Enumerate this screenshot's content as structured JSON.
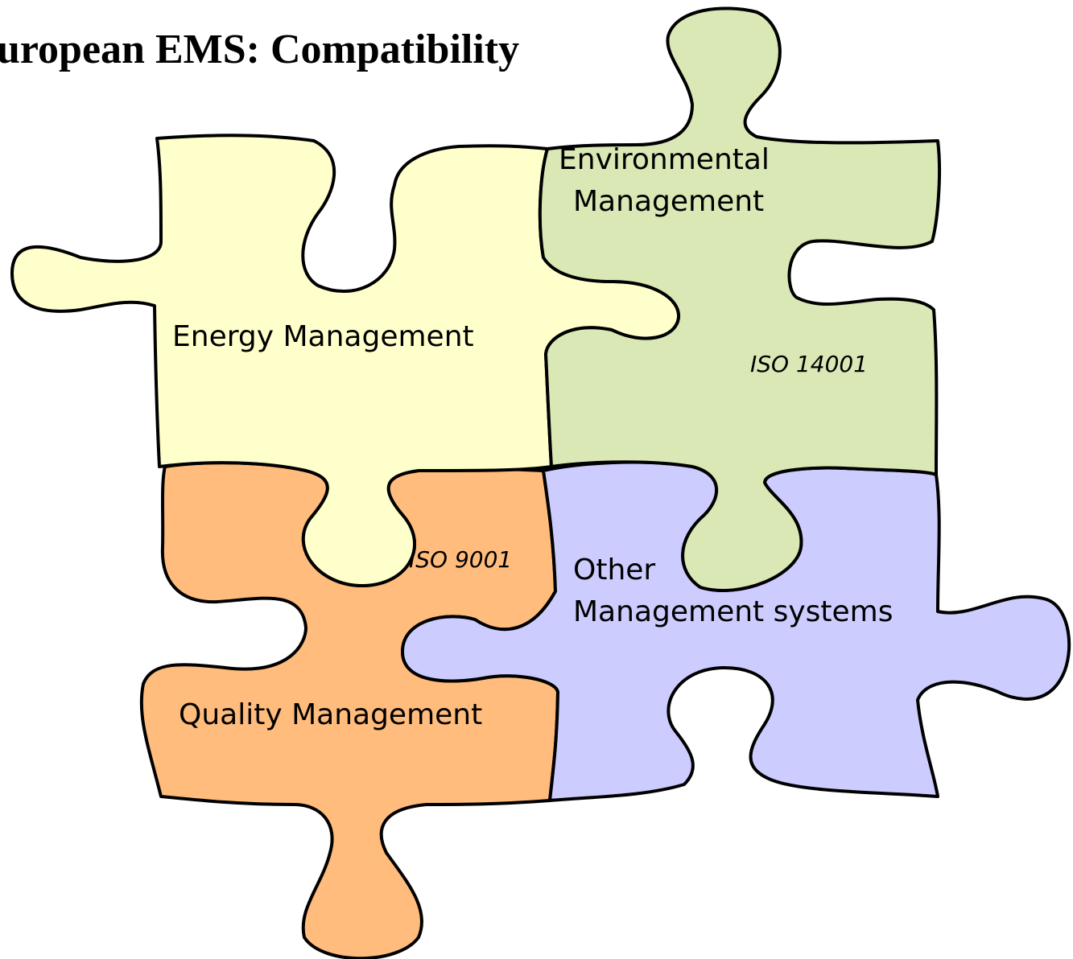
{
  "title": "uropean EMS: Compatibility",
  "pieces": {
    "energy": {
      "label": "Energy Management",
      "color": "#FFFFCC"
    },
    "environmental": {
      "label_line1": "Environmental",
      "label_line2": "Management",
      "standard": "ISO 14001",
      "color": "#D9E8B5"
    },
    "quality": {
      "label": "Quality Management",
      "standard": "ISO 9001",
      "color": "#FFBC7C"
    },
    "other": {
      "label_line1": "Other",
      "label_line2": "Management systems",
      "color": "#CCCCFF"
    }
  }
}
